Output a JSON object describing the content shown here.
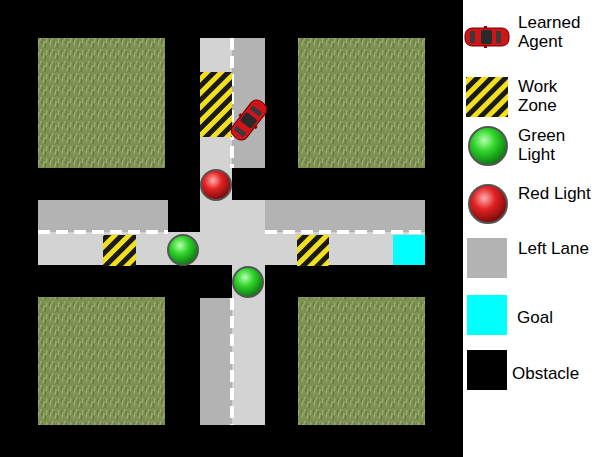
{
  "diagram": {
    "legend": [
      {
        "text": "Learned Agent"
      },
      {
        "text": "Work Zone"
      },
      {
        "text": "Green Light"
      },
      {
        "text": "Red Light"
      },
      {
        "text": "Left Lane",
        "color": "#b3b3b3"
      },
      {
        "text": "Goal",
        "color": "#00ffff"
      },
      {
        "text": "Obstacle",
        "color": "#000000"
      }
    ]
  }
}
